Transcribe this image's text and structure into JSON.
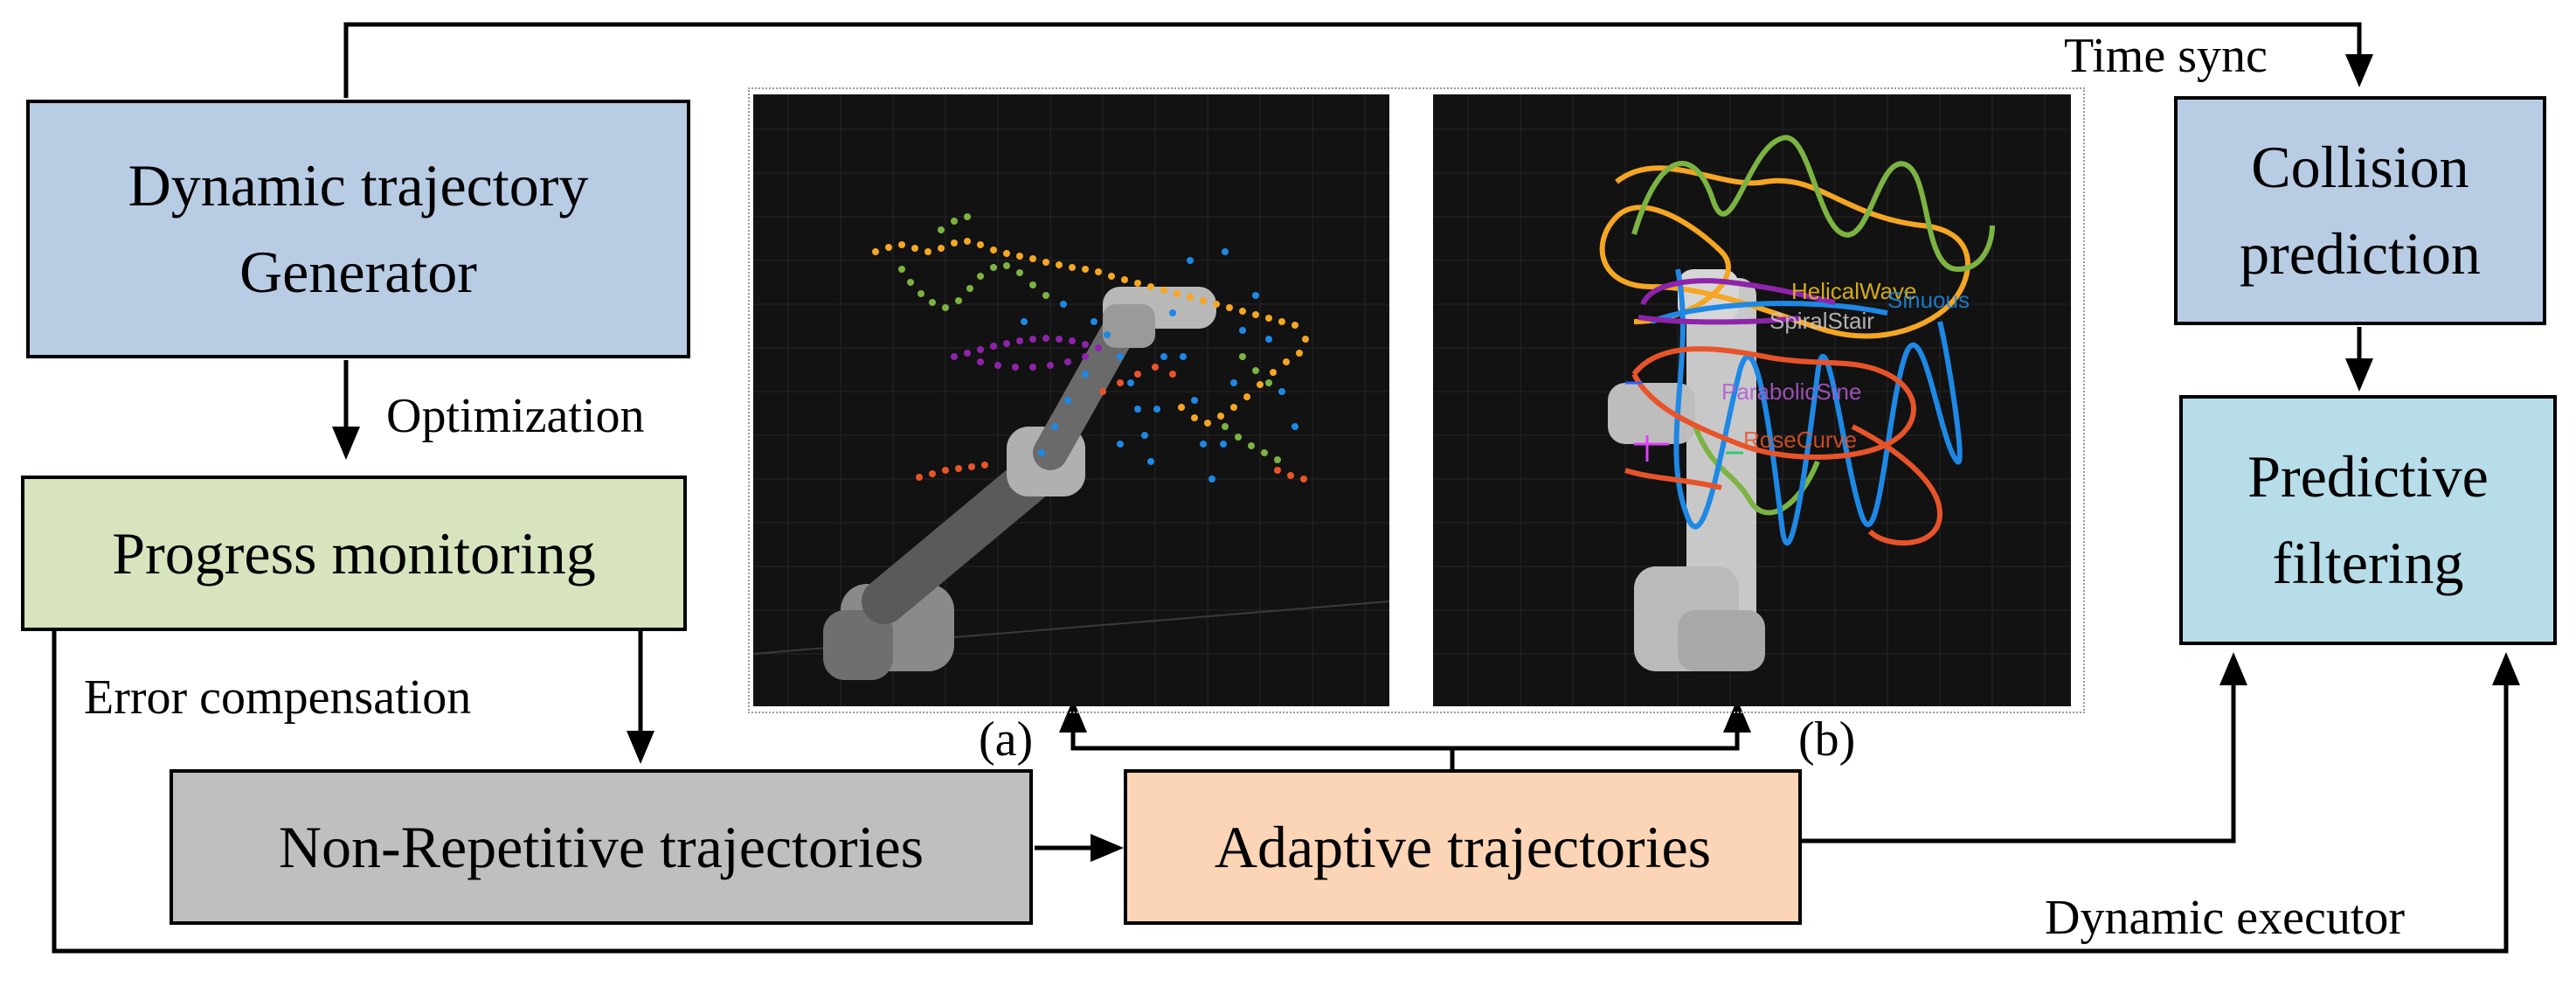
{
  "boxes": {
    "generator": {
      "line1": "Dynamic trajectory",
      "line2": "Generator"
    },
    "progress": "Progress monitoring",
    "nonrep": "Non-Repetitive trajectories",
    "adaptive": "Adaptive trajectories",
    "collision": {
      "line1": "Collision",
      "line2": "prediction"
    },
    "filtering": {
      "line1": "Predictive",
      "line2": "filtering"
    }
  },
  "labels": {
    "time_sync": "Time sync",
    "optimization": "Optimization",
    "error_comp": "Error compensation",
    "dyn_exec": "Dynamic executor",
    "panel_a": "(a)",
    "panel_b": "(b)"
  },
  "overlay_labels": {
    "helical": "HelicalWave",
    "sinuous": "Sinuous",
    "spiral": "SpiralStair",
    "rose": "RoseCurve",
    "figure8": "ParabolicSine"
  },
  "colors": {
    "generator": "#b8cce4",
    "progress": "#d7e4bd",
    "nonrep": "#bfbfbf",
    "adaptive": "#fbd5b5",
    "collision": "#b8cce4",
    "filtering": "#b7dde8",
    "panel_bg": "#121212",
    "traj_orange": "#f5a623",
    "traj_green": "#7cb342",
    "traj_blue": "#1e88e5",
    "traj_purple": "#8e24aa",
    "traj_red": "#e8542a"
  }
}
